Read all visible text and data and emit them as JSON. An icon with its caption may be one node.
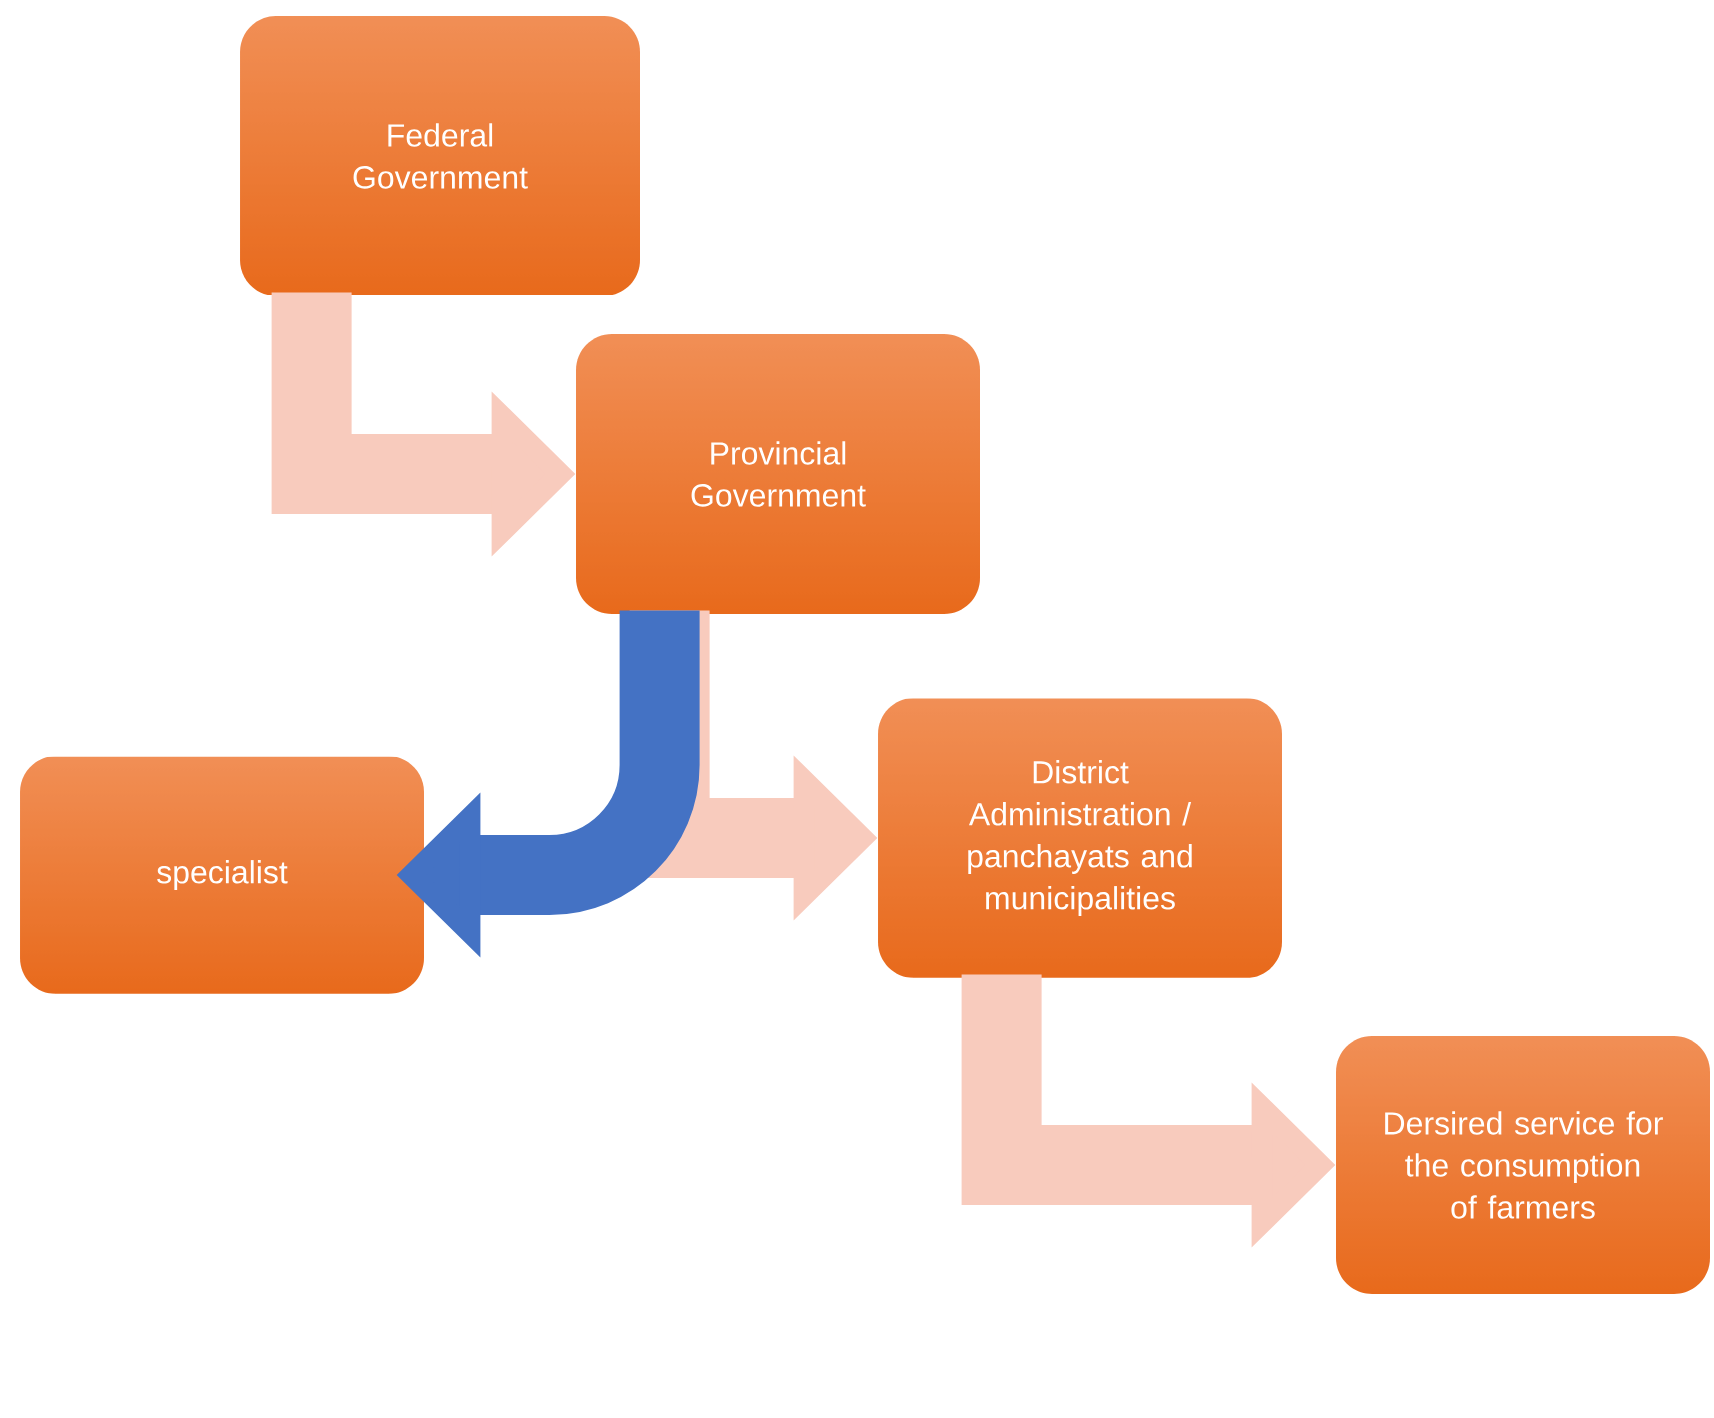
{
  "diagram": {
    "nodes": [
      {
        "text": [
          "Federal Government"
        ]
      },
      {
        "text": [
          "Provincial Government"
        ]
      },
      {
        "text": [
          "specialist"
        ]
      },
      {
        "text": [
          "District Administration / panchayats and municipalities"
        ]
      },
      {
        "text": [
          "Dersired service for the consumption of farmers"
        ]
      }
    ],
    "edges": [
      {
        "from": 0,
        "to": 1,
        "arrow": "to"
      },
      {
        "from": 1,
        "to": 3,
        "arrow": "to"
      },
      {
        "from": 1,
        "to": 2,
        "arrow": "to",
        "color": "#4472c4"
      },
      {
        "from": 3,
        "to": 4,
        "arrow": "to"
      }
    ]
  }
}
